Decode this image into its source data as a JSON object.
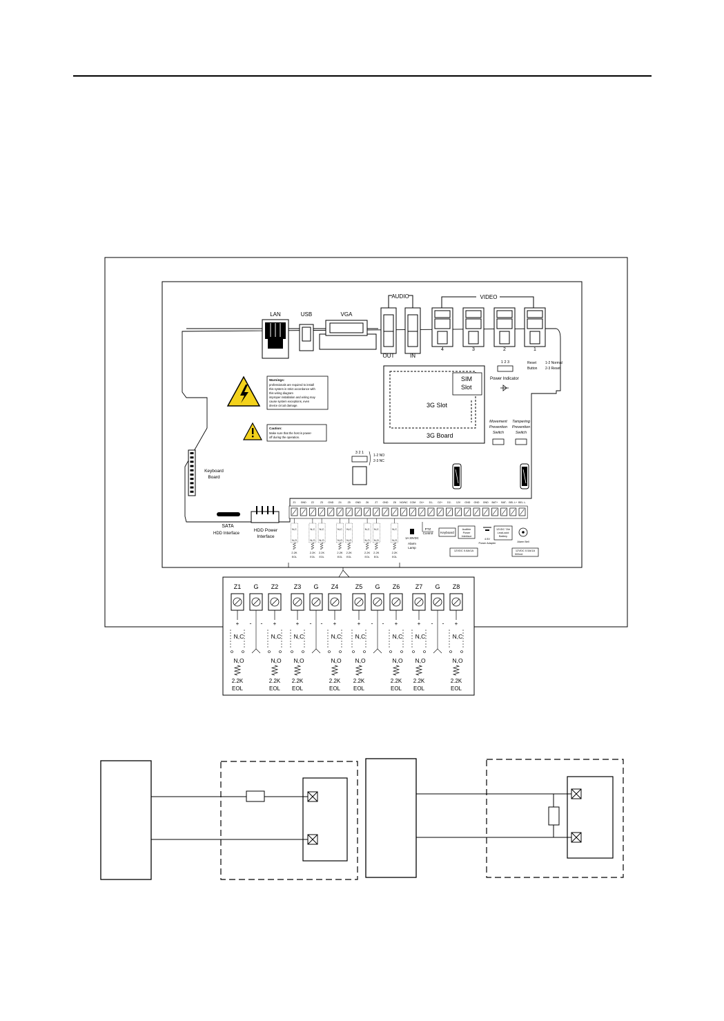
{
  "board": {
    "ports": {
      "lan": "LAN",
      "usb": "USB",
      "vga": "VGA",
      "audio": "AUDIO",
      "video": "VIDEO",
      "audio_out": "OUT",
      "audio_in": "IN",
      "video_nums": [
        "4",
        "3",
        "2",
        "1"
      ]
    },
    "jumper_nums": "1 2 3",
    "reset_button": [
      "Reset",
      "Button"
    ],
    "normal_reset": [
      "1-2 Normal",
      "2-3  Reset"
    ],
    "power_indicator": "Power Indicator",
    "sim_slot": [
      "SIM",
      "Slot"
    ],
    "slot_3g": "3G Slot",
    "board_3g": "3G Board",
    "movement_switch": [
      "Movement",
      "Prevention",
      "Switch"
    ],
    "tampering_switch": [
      "Tampering",
      "Prevention",
      "Switch"
    ],
    "warning": {
      "title": "Warnings:",
      "lines": [
        "professionals are required to install",
        "this system in strict accordance with",
        "this wiring diagram",
        "improper installation and wiring may",
        "cause system exceptions, even",
        "device circuit damage."
      ]
    },
    "caution": {
      "title": "Caution:",
      "lines": [
        "Make sure that the host is power-",
        "off during the operation."
      ]
    },
    "nonc_jumper": [
      "3  2  1",
      "1-2 NO",
      "2-3 NC"
    ],
    "keyboard_board": [
      "Keyboard",
      "Board"
    ],
    "sata": "SATA",
    "hdd_interface": "HDD Interface",
    "hdd_power": [
      "HDD Power",
      "Interface"
    ],
    "terminals": [
      "Z1",
      "GND",
      "Z2",
      "Z3",
      "GND",
      "Z4",
      "Z5",
      "GND",
      "Z6",
      "Z7",
      "GND",
      "Z8",
      "NO/NC",
      "COM",
      "D1+",
      "D1-",
      "D2+",
      "D2-",
      "12V",
      "GND",
      "GND",
      "GND",
      "BAT+",
      "BAT-",
      "BEL L+",
      "BEL L-"
    ],
    "small_zone_nc": "N,C",
    "small_zone_no": "N,O",
    "small_eol": [
      "2.2K",
      "EOL"
    ],
    "alarm_lamp": [
      "1A 30VDC",
      "Alarm",
      "Lamp"
    ],
    "ptz_control": [
      "PTZ",
      "Control"
    ],
    "keyboard": "Keyboard",
    "audible_power": [
      "Audible",
      "Power",
      "Interface"
    ],
    "power_adapter": [
      "4.5V",
      "Power Adapter"
    ],
    "battery": [
      "12VDC 7Ah",
      "Lead-acid",
      "Battery"
    ],
    "alarm_bell": "Alarm Bell",
    "output_12v": "12VDC 0.8A/1A",
    "output_bel": "12VDC 0.5A/1A",
    "output_bel_current": "500mA"
  },
  "zoom": {
    "labels": [
      "Z1",
      "G",
      "Z2",
      "Z3",
      "G",
      "Z4",
      "Z5",
      "G",
      "Z6",
      "Z7",
      "G",
      "Z8"
    ],
    "nc": "N,C",
    "no": "N,O",
    "eol_top": "2.2K",
    "eol_bottom": "EOL",
    "plus": "+",
    "minus": "-"
  }
}
